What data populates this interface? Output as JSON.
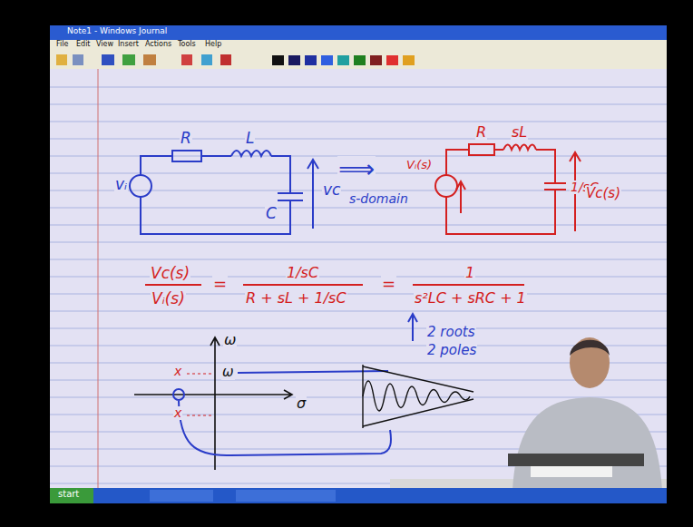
{
  "diagram": {
    "labels": [
      "Note1 - Windows Journal",
      "File",
      "Edit",
      "View",
      "Insert",
      "Actions",
      "Tools",
      "Help",
      "vᵢ",
      "R",
      "L",
      "C",
      "vc",
      "⟹",
      "s-domain",
      "R",
      "sL",
      "Vᵢ(s)",
      "1/sC",
      "Vc(s)",
      "Vc(s)",
      "Vᵢ(s)",
      "=",
      "1/sC",
      "R + sL + 1/sC",
      "=",
      "1",
      "s²LC + sRC + 1",
      "2 roots",
      "2 poles",
      "ω",
      "σ",
      "ω",
      "x",
      "x",
      "start"
    ]
  }
}
